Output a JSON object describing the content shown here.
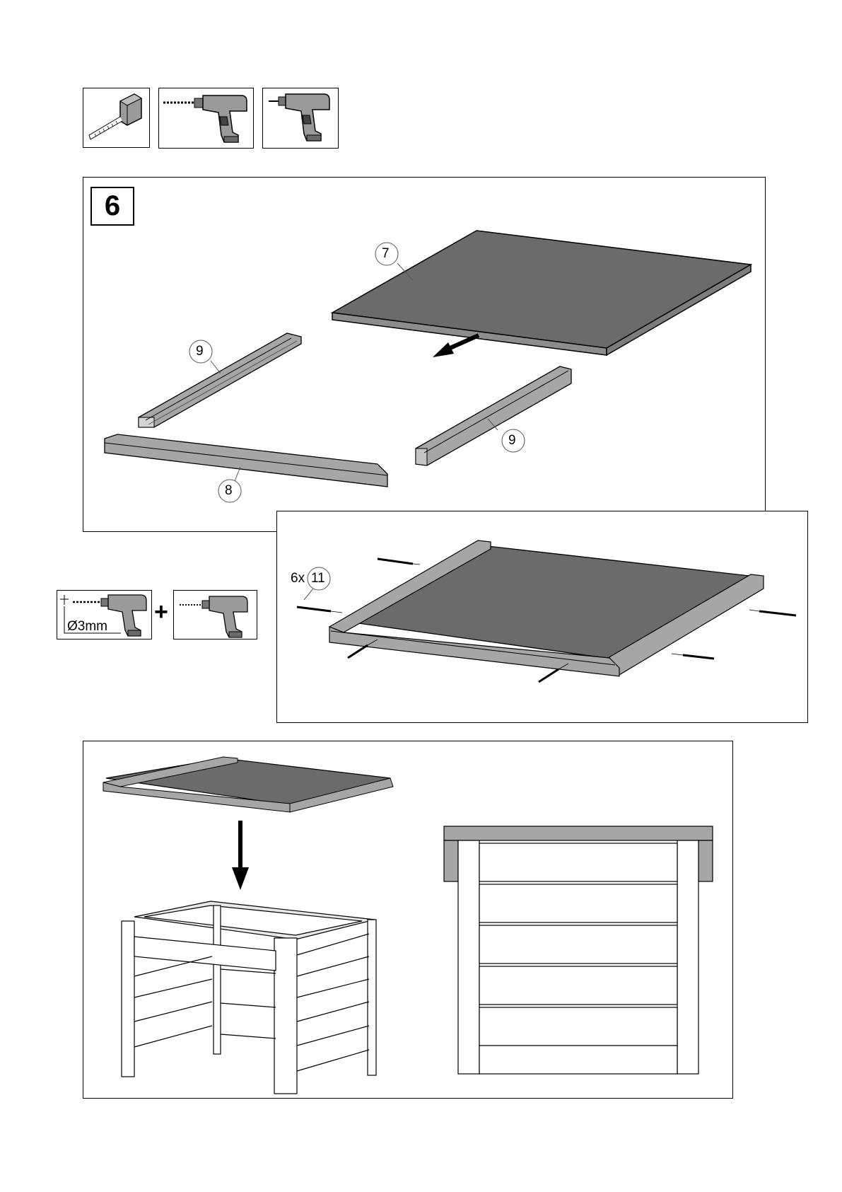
{
  "tools": {
    "top": [
      {
        "name": "tape-measure"
      },
      {
        "name": "drill-with-bit"
      },
      {
        "name": "screwdriver-drill"
      }
    ],
    "pre_drill": {
      "diameter_label": "Ø3mm"
    },
    "plus_sign": "+"
  },
  "step": {
    "number": "6",
    "parts": {
      "top_panel": "7",
      "side_rail_left": "9",
      "side_rail_right": "9",
      "front_rail": "8"
    },
    "screws": {
      "count_prefix": "6x",
      "part": "11"
    }
  },
  "colors": {
    "panel_gray": "#6b6b6b",
    "rail_gray": "#a6a6a6",
    "line": "#000000"
  }
}
